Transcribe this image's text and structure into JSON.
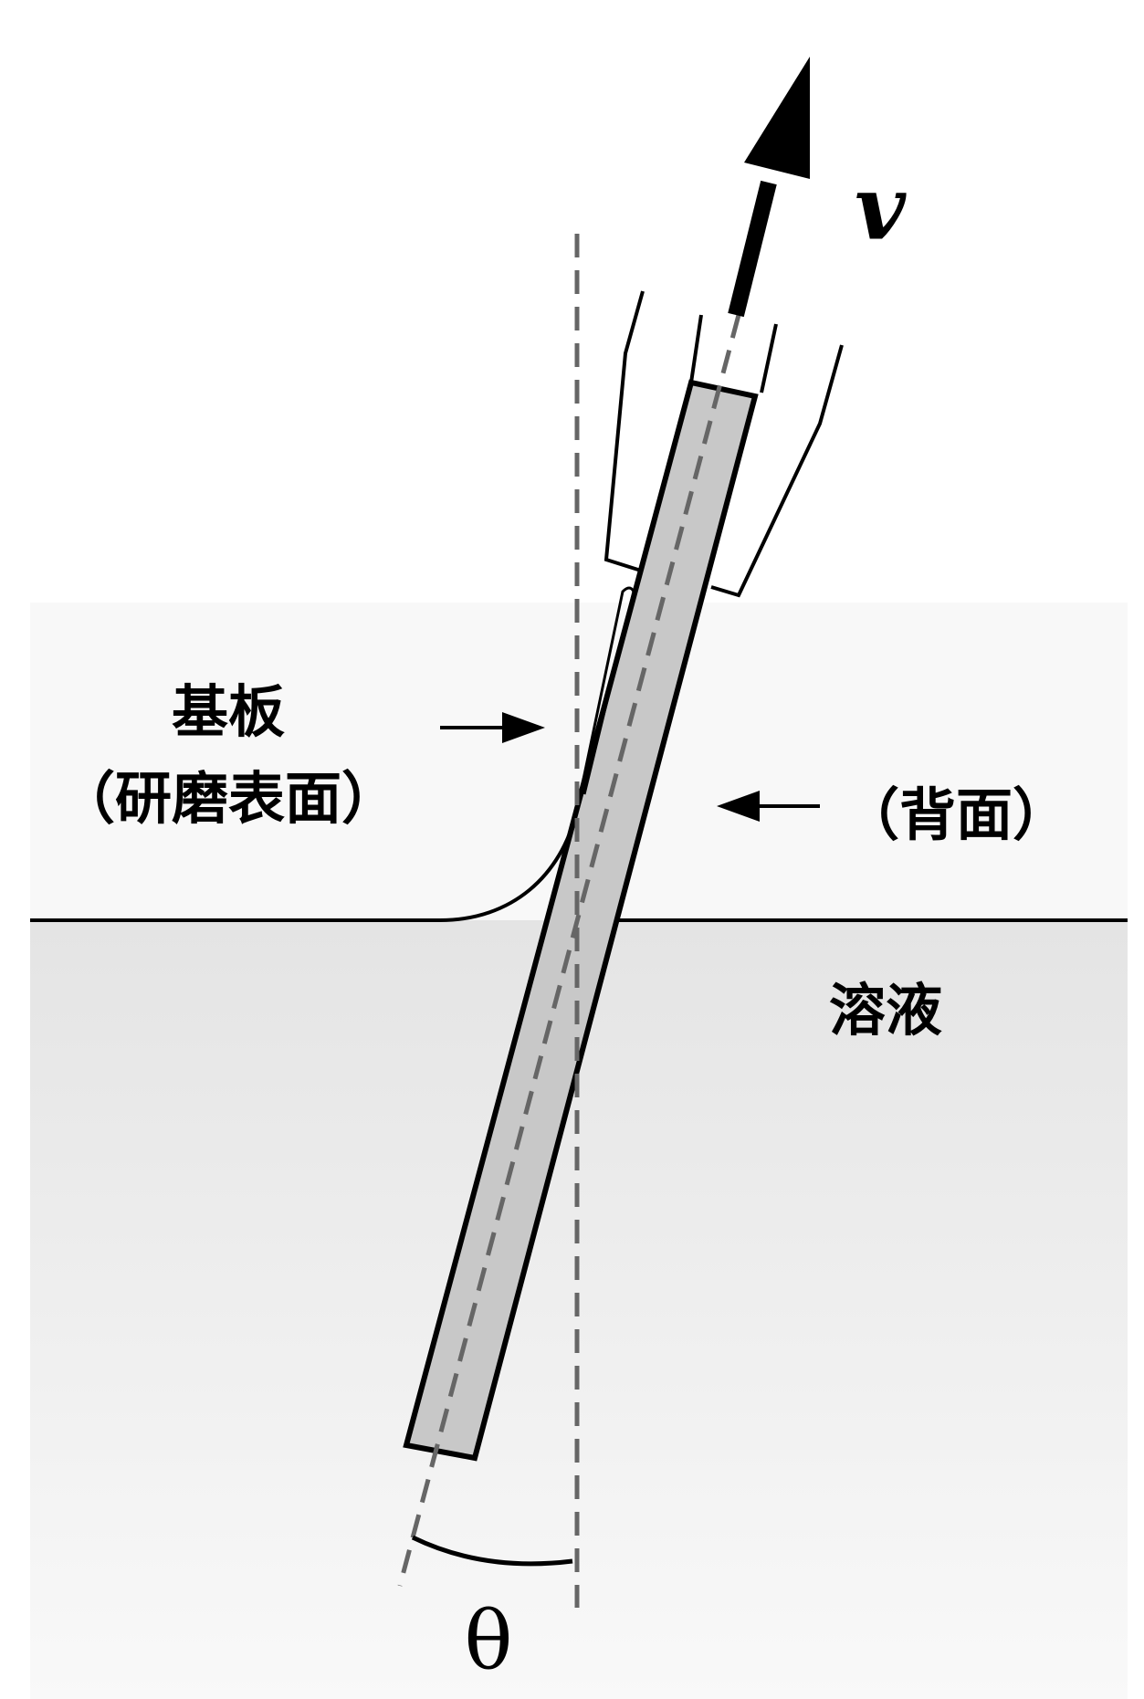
{
  "labels": {
    "substrate": "基板",
    "polished_surface": "（研磨表面）",
    "back_surface": "（背面）",
    "solution": "溶液",
    "velocity": "v",
    "angle": "θ"
  },
  "colors": {
    "air_region": "#f8f8f8",
    "solution_top": "#e4e4e4",
    "solution_bottom": "#f8f8f8",
    "substrate_fill": "#c8c8c8",
    "dashed_line": "#666666"
  }
}
